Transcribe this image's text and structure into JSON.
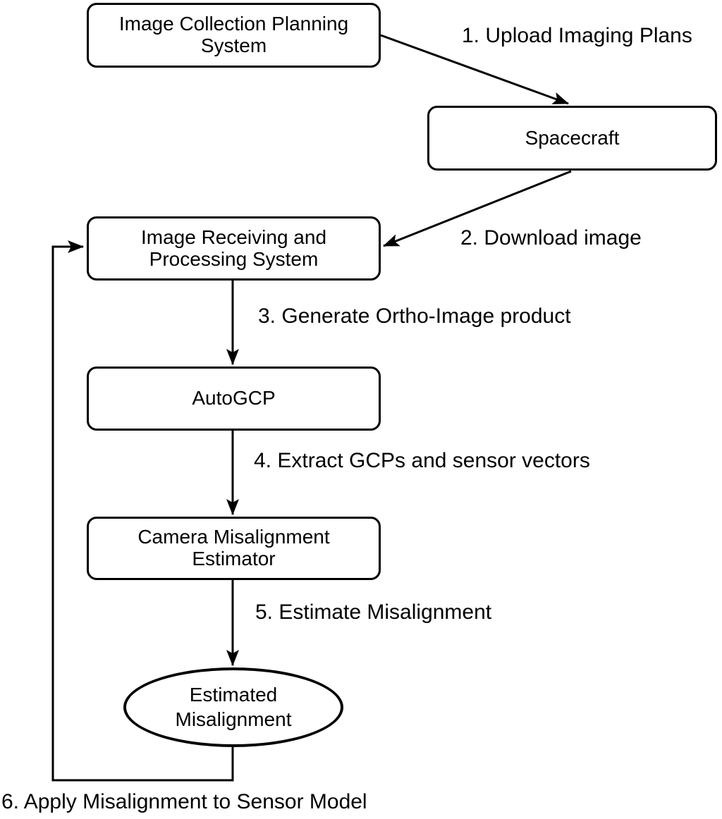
{
  "diagram": {
    "type": "flowchart",
    "background_color": "#ffffff",
    "stroke_color": "#000000",
    "text_color": "#000000",
    "nodes": [
      {
        "id": "icps",
        "shape": "rounded-rect",
        "label": "Image Collection Planning System"
      },
      {
        "id": "spacecraft",
        "shape": "rounded-rect",
        "label": "Spacecraft"
      },
      {
        "id": "irps",
        "shape": "rounded-rect",
        "label": "Image Receiving and Processing System"
      },
      {
        "id": "autogcp",
        "shape": "rounded-rect",
        "label": "AutoGCP"
      },
      {
        "id": "cme",
        "shape": "rounded-rect",
        "label": "Camera Misalignment Estimator"
      },
      {
        "id": "estmis",
        "shape": "ellipse",
        "label": "Estimated Misalignment"
      }
    ],
    "edges": [
      {
        "step": 1,
        "from": "icps",
        "to": "spacecraft",
        "label": "1. Upload Imaging Plans"
      },
      {
        "step": 2,
        "from": "spacecraft",
        "to": "irps",
        "label": "2. Download image"
      },
      {
        "step": 3,
        "from": "irps",
        "to": "autogcp",
        "label": "3. Generate Ortho-Image product"
      },
      {
        "step": 4,
        "from": "autogcp",
        "to": "cme",
        "label": "4. Extract GCPs and sensor vectors"
      },
      {
        "step": 5,
        "from": "cme",
        "to": "estmis",
        "label": "5. Estimate Misalignment"
      },
      {
        "step": 6,
        "from": "estmis",
        "to": "irps",
        "label": "6. Apply Misalignment to Sensor Model"
      }
    ]
  }
}
